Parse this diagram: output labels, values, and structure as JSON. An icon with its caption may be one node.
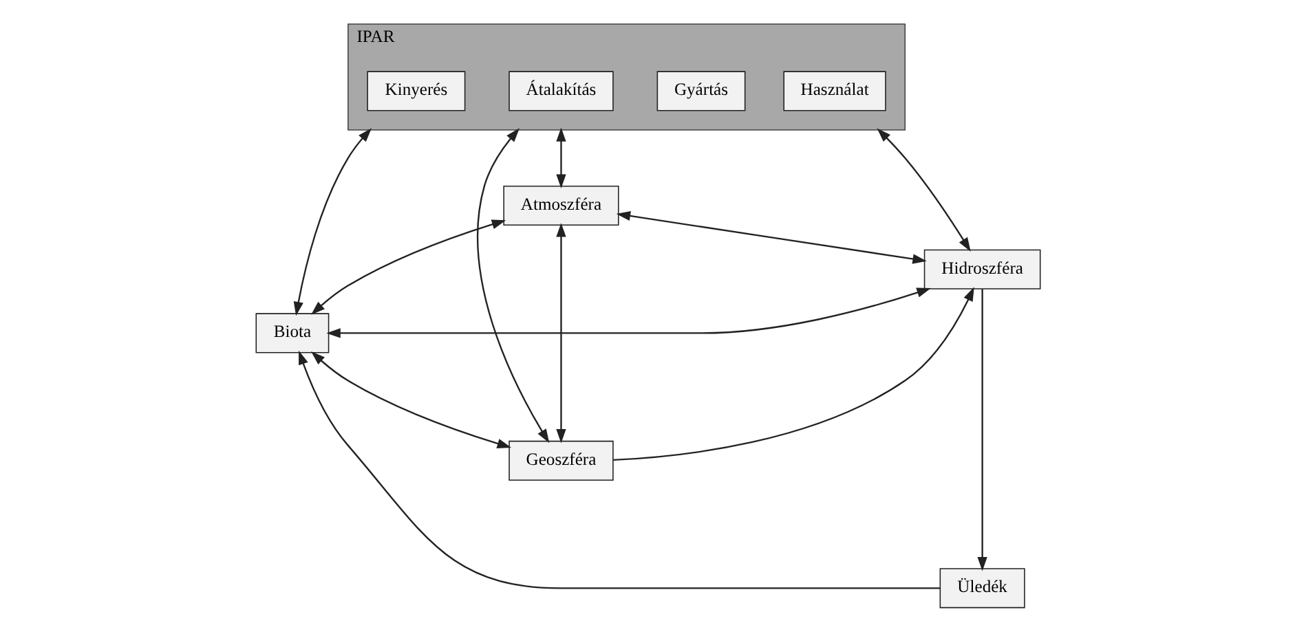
{
  "diagram": {
    "nodes": [
      {
        "text": [
          "Atmoszféra"
        ]
      },
      {
        "text": [
          "Biota"
        ]
      },
      {
        "text": [
          "IPAR"
        ]
      },
      {
        "text": [
          "Kinyerés"
        ],
        "in": 2
      },
      {
        "text": [
          "Átalakítás"
        ],
        "in": 2
      },
      {
        "text": [
          "Gyártás"
        ],
        "in": 2
      },
      {
        "text": [
          "Használat"
        ],
        "in": 2
      },
      {
        "text": [
          "Hidroszféra"
        ]
      },
      {
        "text": [
          "Geoszféra"
        ]
      },
      {
        "text": [
          "Üledék"
        ]
      }
    ],
    "edges": [
      {
        "from": 1,
        "to": 0,
        "arrow": "both"
      },
      {
        "from": 7,
        "to": 0,
        "arrow": "both"
      },
      {
        "from": 0,
        "to": 2,
        "arrow": "both"
      },
      {
        "from": 1,
        "to": 7,
        "arrow": "both"
      },
      {
        "from": 0,
        "to": 8,
        "arrow": "both"
      },
      {
        "from": 1,
        "to": 2,
        "arrow": "both"
      },
      {
        "from": 2,
        "to": 7,
        "arrow": "both"
      },
      {
        "from": 2,
        "to": 8,
        "arrow": "both"
      },
      {
        "from": 9,
        "to": 1,
        "arrow": "to"
      },
      {
        "from": 1,
        "to": 8,
        "arrow": "both"
      },
      {
        "from": 8,
        "to": 7,
        "arrow": "to"
      },
      {
        "from": 7,
        "to": 9,
        "arrow": "to"
      }
    ]
  }
}
